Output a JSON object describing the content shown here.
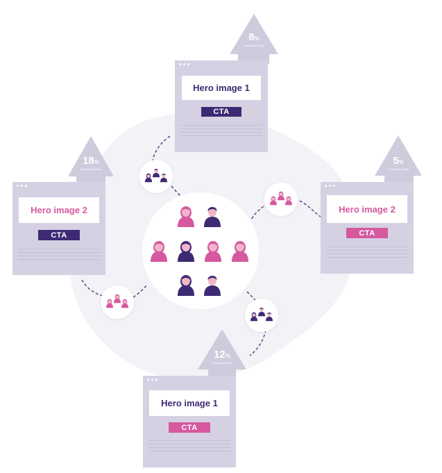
{
  "colors": {
    "navy": "#3d2a73",
    "pink": "#d6589f",
    "card": "#d5d1e3",
    "blob": "#f3f2f7",
    "skin": "#f0b6c8"
  },
  "variants": [
    {
      "id": "top",
      "hero": "Hero image 1",
      "cta": "CTA",
      "rate_value": "8",
      "rate_unit": "%",
      "rate_label": "Conversion Rate",
      "hero_color": "navy",
      "cta_color": "navy"
    },
    {
      "id": "left",
      "hero": "Hero image 2",
      "cta": "CTA",
      "rate_value": "18",
      "rate_unit": "%",
      "rate_label": "Conversion Rate",
      "hero_color": "pink",
      "cta_color": "navy"
    },
    {
      "id": "right",
      "hero": "Hero image 2",
      "cta": "CTA",
      "rate_value": "5",
      "rate_unit": "%",
      "rate_label": "Conversion Rate",
      "hero_color": "pink",
      "cta_color": "pink"
    },
    {
      "id": "bottom",
      "hero": "Hero image 1",
      "cta": "CTA",
      "rate_value": "12",
      "rate_unit": "%",
      "rate_label": "Conversion Rate",
      "hero_color": "navy",
      "cta_color": "pink"
    }
  ],
  "audience": {
    "people": [
      "pink-woman",
      "navy-man",
      "pink-woman",
      "navy-woman",
      "pink-woman",
      "pink-woman",
      "navy-woman",
      "navy-man"
    ],
    "icon": "people-group-icon"
  }
}
